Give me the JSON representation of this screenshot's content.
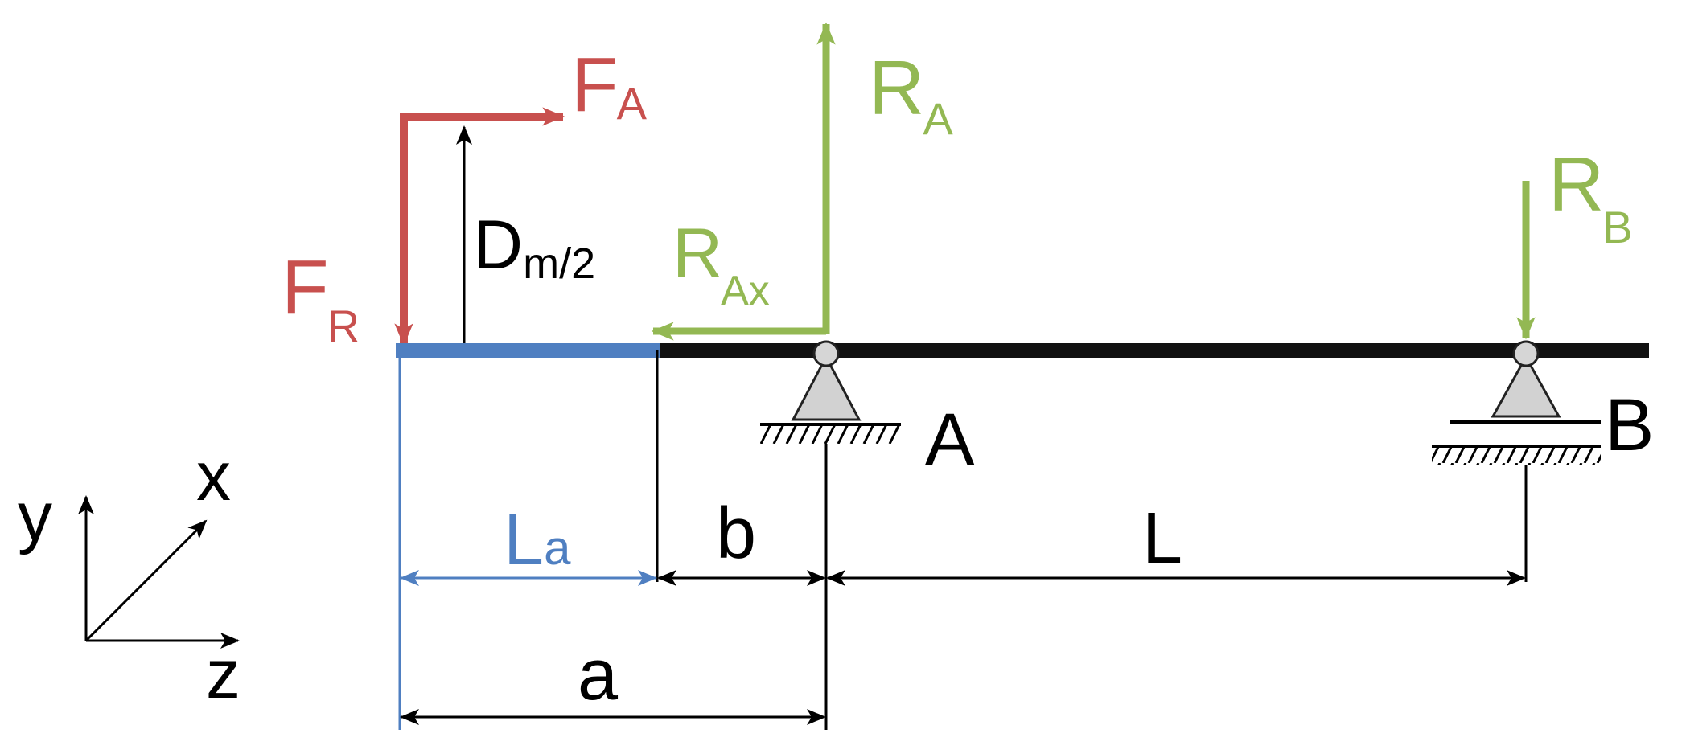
{
  "colors": {
    "force": "#c8504e",
    "reaction": "#93b853",
    "hub": "#4f7fc1",
    "beam": "#111111",
    "dimension": "#000000",
    "support": "#d2d2d2"
  },
  "labels": {
    "force_axial": {
      "main": "F",
      "sub": "A"
    },
    "force_radial": {
      "main": "F",
      "sub": "R"
    },
    "reaction_a": {
      "main": "R",
      "sub": "A"
    },
    "reaction_ax": {
      "main": "R",
      "sub": "Ax"
    },
    "reaction_b": {
      "main": "R",
      "sub": "B"
    },
    "mean_diameter": {
      "main": "D",
      "sub": "m/2"
    },
    "support_a": "A",
    "support_b": "B",
    "dim_la": {
      "main": "L",
      "sub": "a"
    },
    "dim_b": "b",
    "dim_l": "L",
    "dim_a": "a"
  },
  "axes": {
    "y": "y",
    "x": "x",
    "z": "z"
  }
}
